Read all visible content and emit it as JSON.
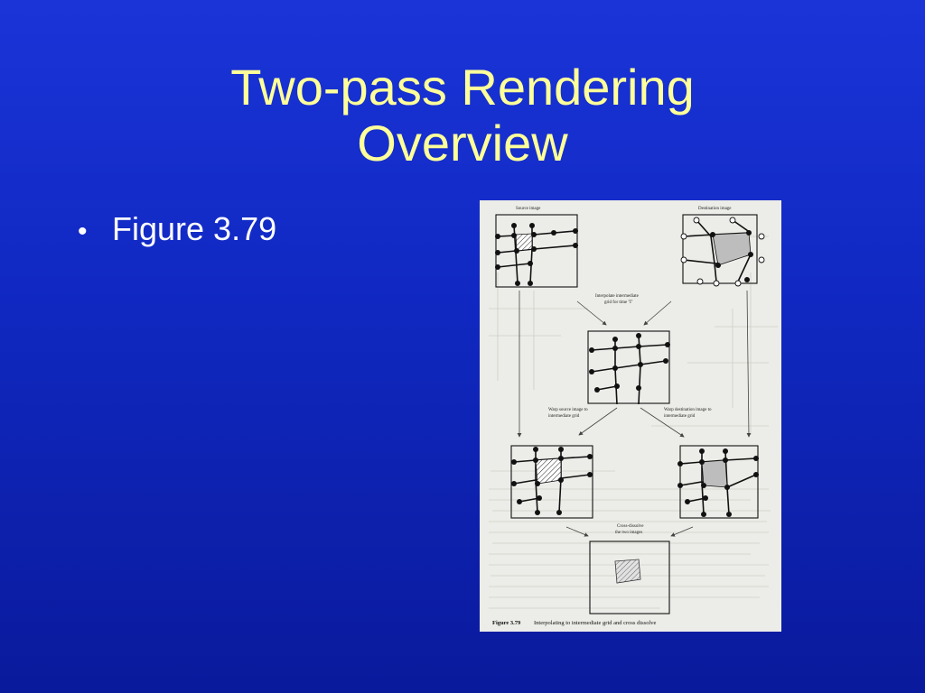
{
  "slide": {
    "title_line1": "Two-pass Rendering",
    "title_line2": "Overview",
    "bullets": [
      "Figure 3.79"
    ]
  },
  "figure": {
    "labels": {
      "source": "Source image",
      "destination": "Destination image",
      "interpolate_1": "Interpolate intermediate",
      "interpolate_2": "grid for time 'T'",
      "warp_source_1": "Warp source image to",
      "warp_source_2": "intermediate grid",
      "warp_dest_1": "Warp destination image to",
      "warp_dest_2": "intermediate grid",
      "cross_1": "Cross-dissolve",
      "cross_2": "the two images"
    },
    "caption_bold": "Figure 3.79",
    "caption_text": "Interpolating to intermediate grid and cross dissolve"
  },
  "colors": {
    "background": "#1a34d8",
    "title": "#ffff99",
    "text": "#ffffff"
  }
}
